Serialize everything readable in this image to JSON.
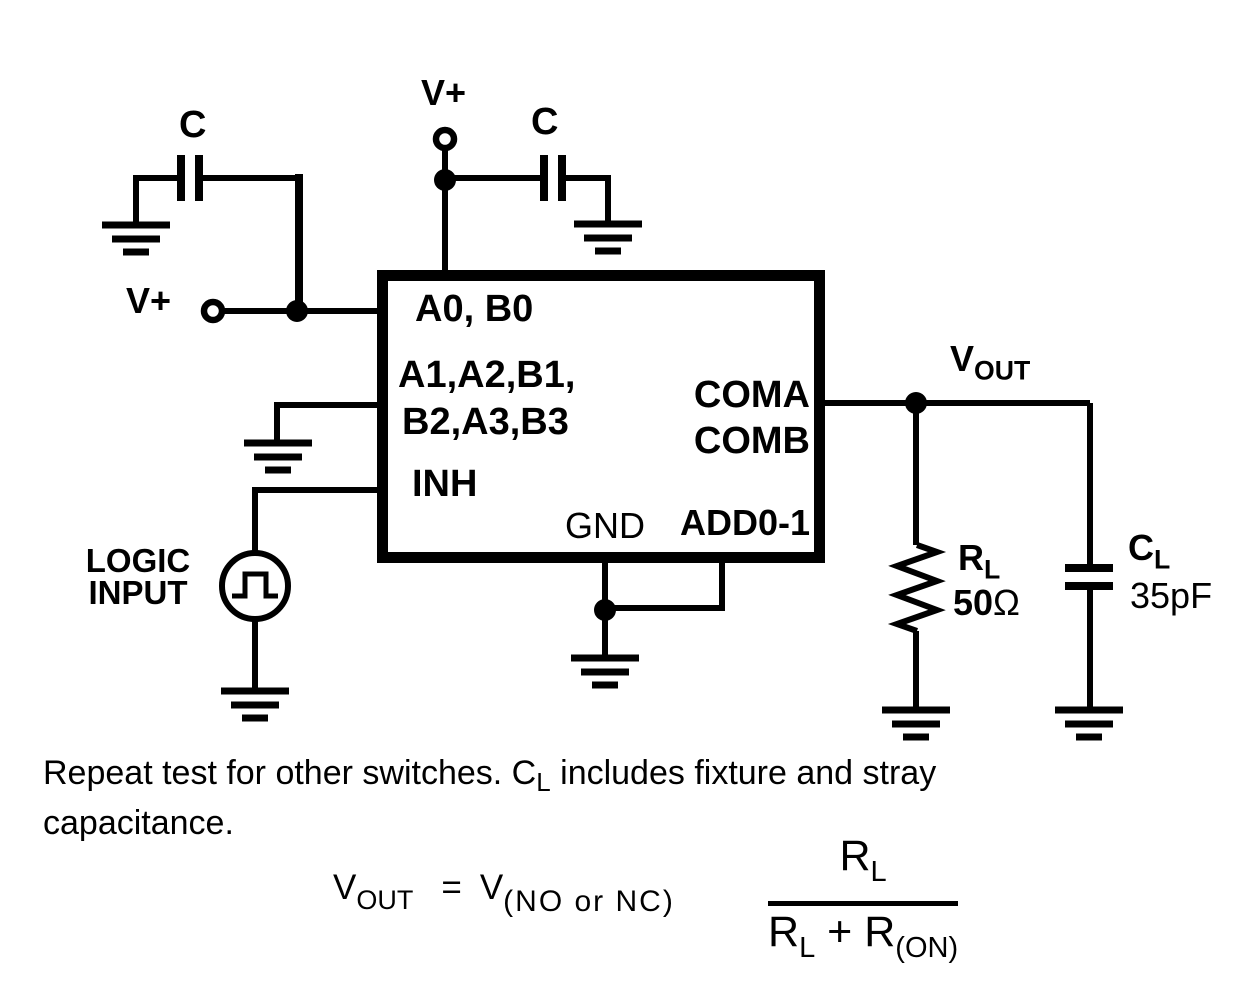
{
  "colors": {
    "ink": "#000000",
    "background": "#ffffff"
  },
  "supply": {
    "vplus_left": "V+",
    "vplus_top": "V+",
    "cap_left_label": "C",
    "cap_top_label": "C"
  },
  "ic": {
    "pin_a0b0": "A0, B0",
    "pin_group_line1": "A1,A2,B1,",
    "pin_group_line2": "B2,A3,B3",
    "pin_inh": "INH",
    "pin_gnd": "GND",
    "pin_add": "ADD0-1",
    "pin_coma": "COMA",
    "pin_comb": "COMB"
  },
  "source": {
    "label_line1": "LOGIC",
    "label_line2": "INPUT"
  },
  "output": {
    "v": "V",
    "v_sub": "OUT"
  },
  "load": {
    "r_name": "R",
    "r_name_sub": "L",
    "r_value": "50",
    "r_unit": "Ω",
    "c_name": "C",
    "c_name_sub": "L",
    "c_value": "35pF"
  },
  "note": {
    "line1_pre": "Repeat test for other switches. C",
    "line1_sub": "L",
    "line1_post": " includes fixture and stray",
    "line2": "capacitance."
  },
  "formula": {
    "lhs_v": "V",
    "lhs_sub": "OUT",
    "equals": "=",
    "rhs_v": "V",
    "rhs_sub": "(NO or NC)",
    "num_r": "R",
    "num_sub": "L",
    "den_r1": "R",
    "den_sub1": "L",
    "den_plus": "+",
    "den_r2": "R",
    "den_sub2": "(ON)"
  }
}
